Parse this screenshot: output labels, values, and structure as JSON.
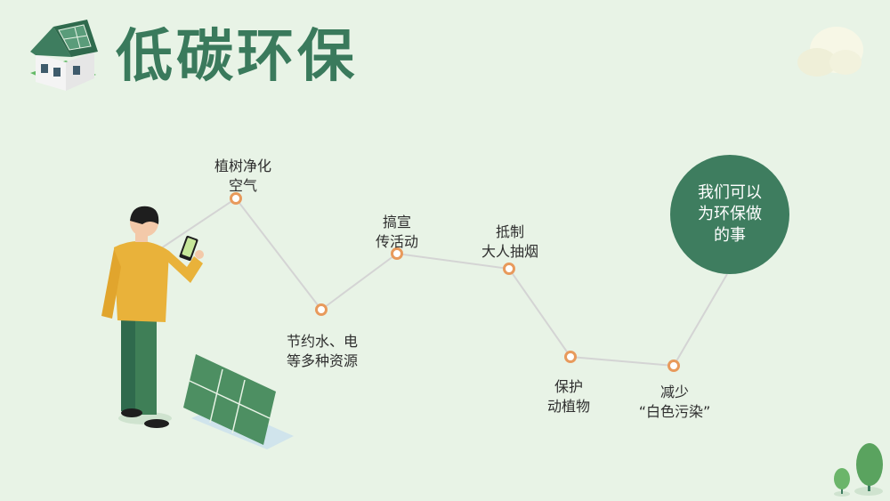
{
  "title": "低碳环保",
  "steps": [
    {
      "label": "植树净化\n空气"
    },
    {
      "label": "节约水、电\n等多种资源"
    },
    {
      "label": "搞宣\n传活动"
    },
    {
      "label": "抵制\n大人抽烟"
    },
    {
      "label": "保护\n动植物"
    },
    {
      "label": "减少\n“白色污染”"
    }
  ],
  "goal": {
    "label": "我们可以\n为环保做\n的事"
  },
  "colors": {
    "background": "#e8f3e6",
    "accent": "#3e7d5f",
    "node": "#e89a5c",
    "line": "#d4d4d4"
  }
}
